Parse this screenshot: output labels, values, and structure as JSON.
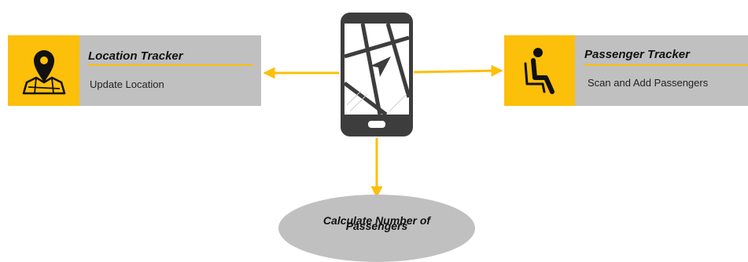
{
  "location_tracker": {
    "title": "Location Tracker",
    "subtitle": "Update Location",
    "icon": "map-pin-icon"
  },
  "passenger_tracker": {
    "title": "Passenger Tracker",
    "subtitle": "Scan and Add Passengers",
    "icon": "seated-person-icon"
  },
  "center_device": {
    "icon": "smartphone-navigation-icon"
  },
  "output": {
    "line1": "Calculate Number of",
    "line2": "Passengers"
  },
  "colors": {
    "accent": "#fcbf0a",
    "box": "#c0c0c0",
    "phone": "#3d3d3d"
  }
}
